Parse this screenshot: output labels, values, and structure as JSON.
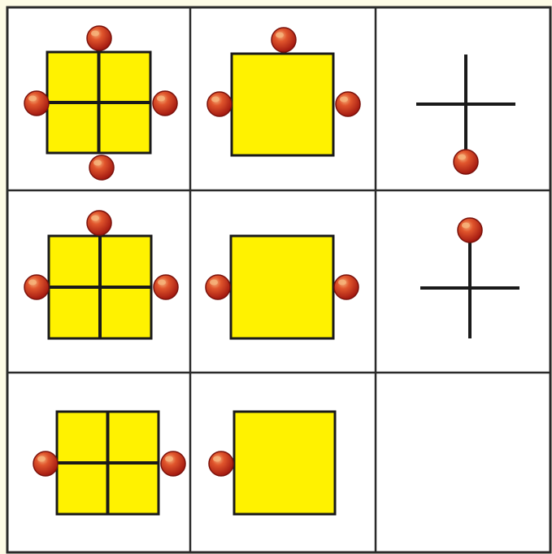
{
  "puzzle": {
    "colors": {
      "square_fill": "#fff200",
      "ball": "#c8281e",
      "ball_highlight": "#f6b27a",
      "line": "#1a1a1a",
      "grid_line": "#2a2a2a",
      "cell_background": "#ffffff",
      "page_background": "#fdfbe6"
    },
    "cells": [
      {
        "row": 1,
        "col": 1,
        "shape": "square-with-cross",
        "balls": [
          "top",
          "left",
          "right",
          "bottom"
        ]
      },
      {
        "row": 1,
        "col": 2,
        "shape": "square",
        "balls": [
          "top",
          "left",
          "right"
        ]
      },
      {
        "row": 1,
        "col": 3,
        "shape": "cross",
        "balls": [
          "bottom"
        ]
      },
      {
        "row": 2,
        "col": 1,
        "shape": "square-with-cross",
        "balls": [
          "top",
          "left",
          "right"
        ]
      },
      {
        "row": 2,
        "col": 2,
        "shape": "square",
        "balls": [
          "left",
          "right"
        ]
      },
      {
        "row": 2,
        "col": 3,
        "shape": "cross",
        "balls": [
          "top"
        ]
      },
      {
        "row": 3,
        "col": 1,
        "shape": "square-with-cross",
        "balls": [
          "left",
          "right"
        ]
      },
      {
        "row": 3,
        "col": 2,
        "shape": "square",
        "balls": [
          "left"
        ]
      },
      {
        "row": 3,
        "col": 3,
        "shape": "empty",
        "balls": []
      }
    ]
  }
}
